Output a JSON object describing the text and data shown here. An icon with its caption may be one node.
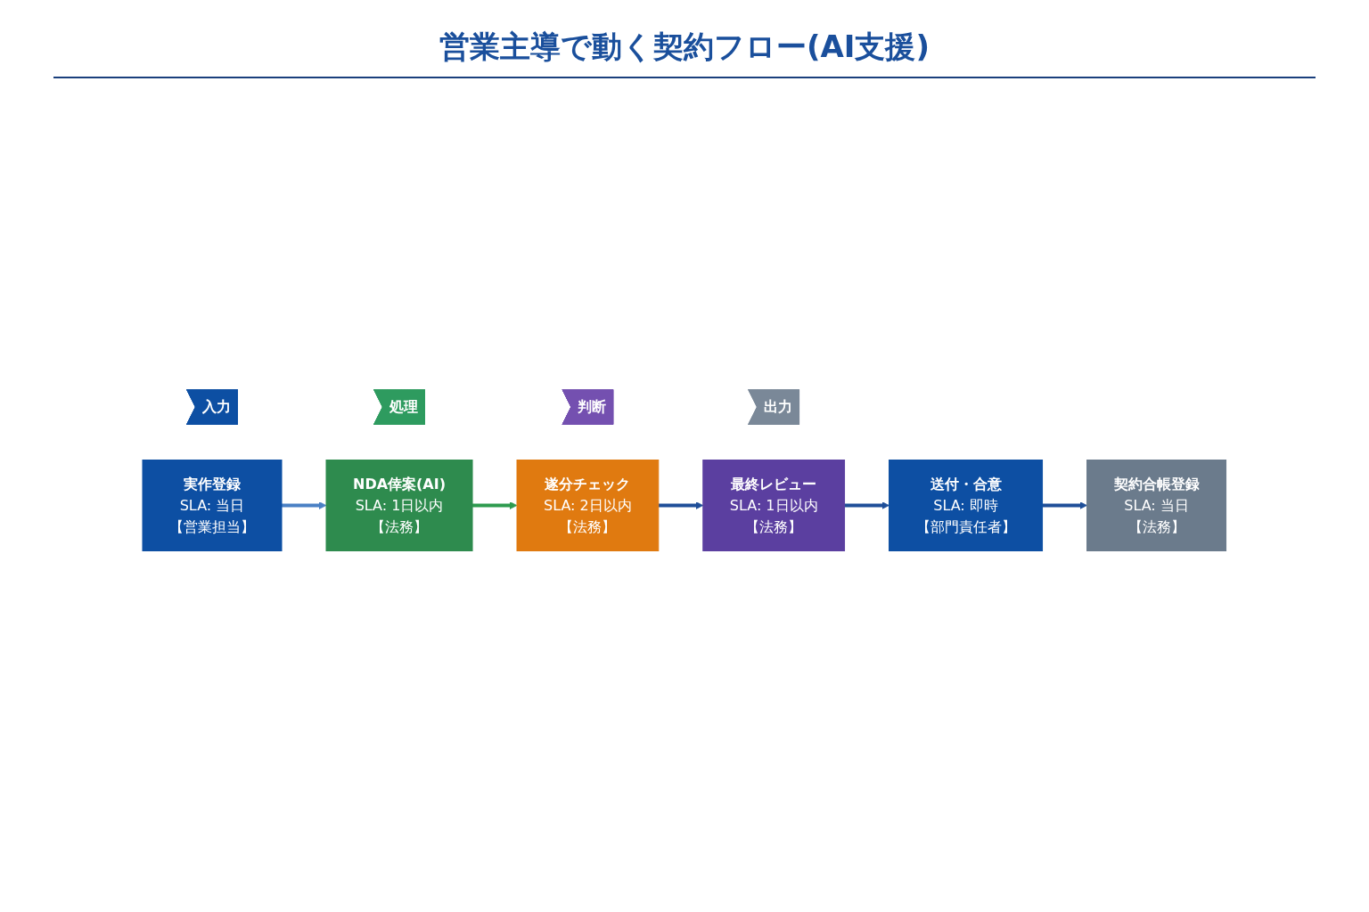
{
  "diagram": {
    "title": "営業主導で動く契約フロー(AI支援)",
    "nodes": [
      {
        "text": [
          "入力"
        ]
      },
      {
        "text": [
          "処理"
        ]
      },
      {
        "text": [
          "判断"
        ]
      },
      {
        "text": [
          "出力"
        ]
      },
      {
        "text": [
          "実作登録",
          "SLA: 当日",
          "【営業担当】"
        ]
      },
      {
        "text": [
          "NDA倖案(AI)",
          "SLA: 1日以内",
          "【法務】"
        ]
      },
      {
        "text": [
          "遂分チェック",
          "SLA: 2日以内",
          "【法務】"
        ]
      },
      {
        "text": [
          "最終レビュー",
          "SLA: 1日以内",
          "【法務】"
        ]
      },
      {
        "text": [
          "送付・合意",
          "SLA: 即時",
          "【部門責任者】"
        ]
      },
      {
        "text": [
          "契約合帳登録",
          "SLA: 当日",
          "【法務】"
        ]
      }
    ],
    "edges": [
      {
        "from": 4,
        "to": 5,
        "arrow": "to",
        "color": "#4a80c4"
      },
      {
        "from": 5,
        "to": 6,
        "arrow": "to",
        "color": "#2e9b4f"
      },
      {
        "from": 6,
        "to": 7,
        "arrow": "to"
      },
      {
        "from": 7,
        "to": 8,
        "arrow": "to"
      },
      {
        "from": 8,
        "to": 9,
        "arrow": "to"
      }
    ]
  }
}
